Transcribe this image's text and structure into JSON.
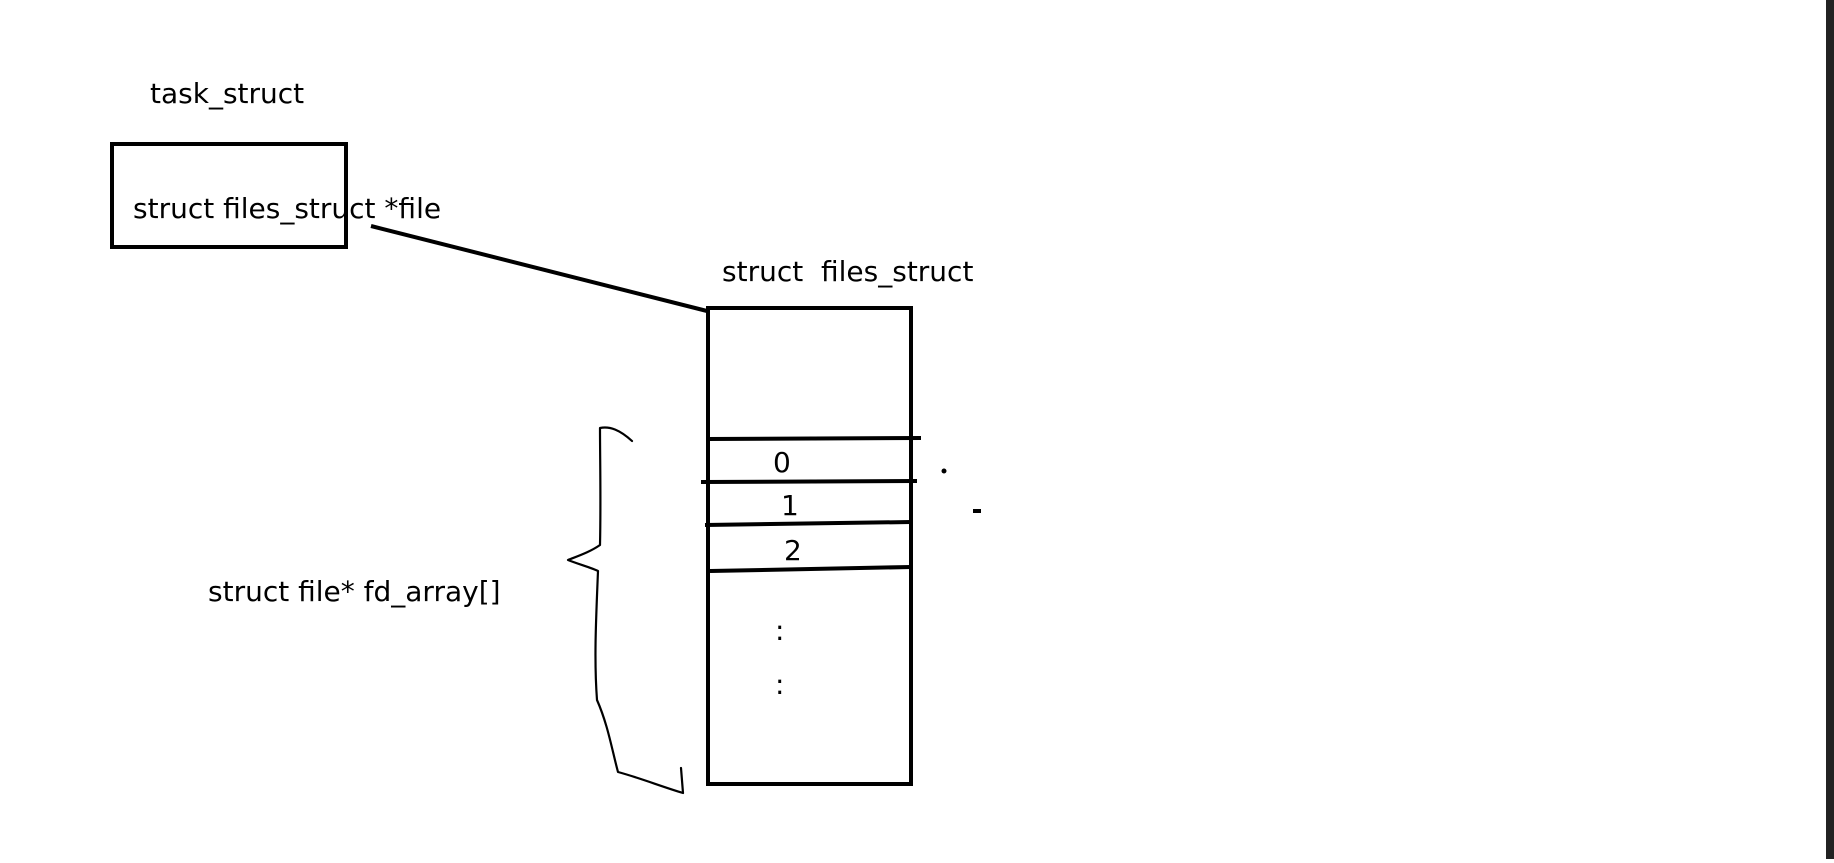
{
  "diagram": {
    "task_struct_label": "task_struct",
    "files_pointer_label": "struct files_struct *file",
    "files_struct_label": "struct  files_struct",
    "fd_array_label": "struct file* fd_array[]",
    "slots": [
      "0",
      "1",
      "2"
    ],
    "ellipsis_1": ":",
    "ellipsis_2": ":"
  },
  "colors": {
    "ink": "#000000",
    "background": "#ffffff",
    "right_edge": "#222222"
  }
}
